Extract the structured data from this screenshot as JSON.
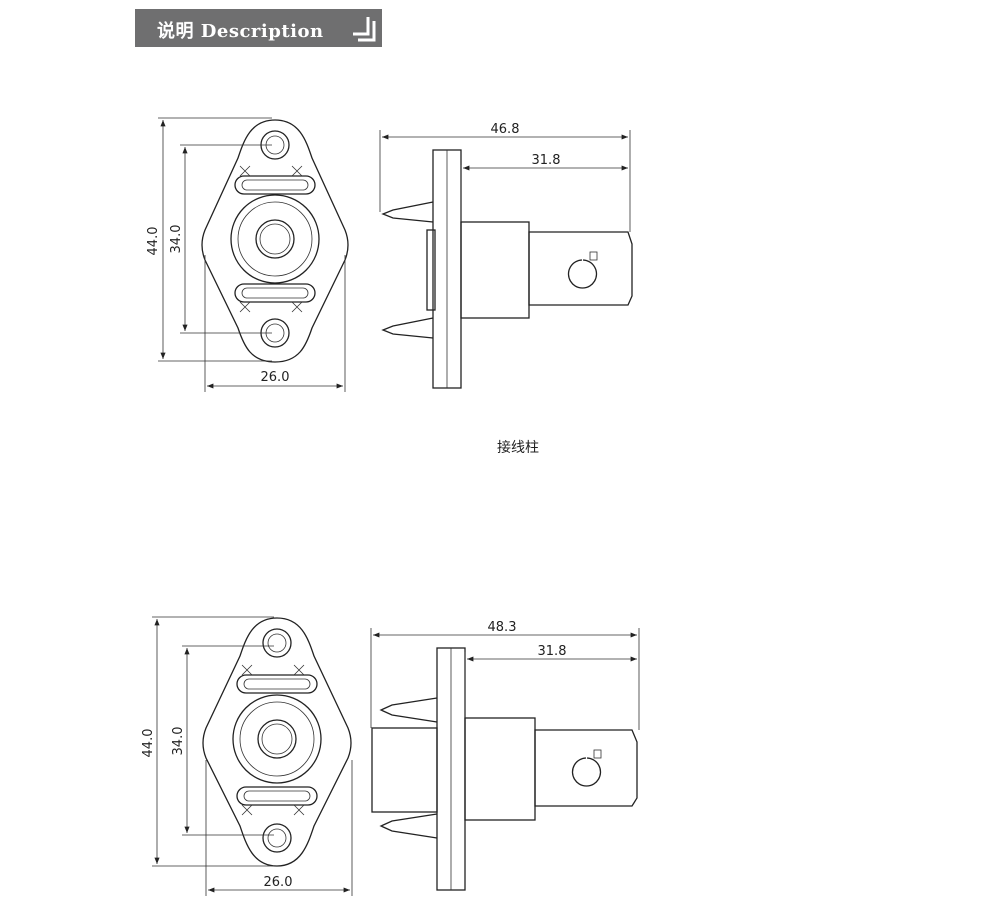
{
  "header": {
    "title": "说明 Description",
    "icon": "corner-arrow-icon"
  },
  "caption": "接线柱",
  "drawing_top": {
    "height_outer": "44.0",
    "height_inner": "34.0",
    "width": "26.0",
    "length_total": "46.8",
    "length_shaft": "31.8"
  },
  "drawing_bottom": {
    "height_outer": "44.0",
    "height_inner": "34.0",
    "width": "26.0",
    "length_total": "48.3",
    "length_shaft": "31.8"
  },
  "colors": {
    "header_bg": "#6f6f70",
    "header_text": "#ffffff",
    "line": "#222222"
  }
}
